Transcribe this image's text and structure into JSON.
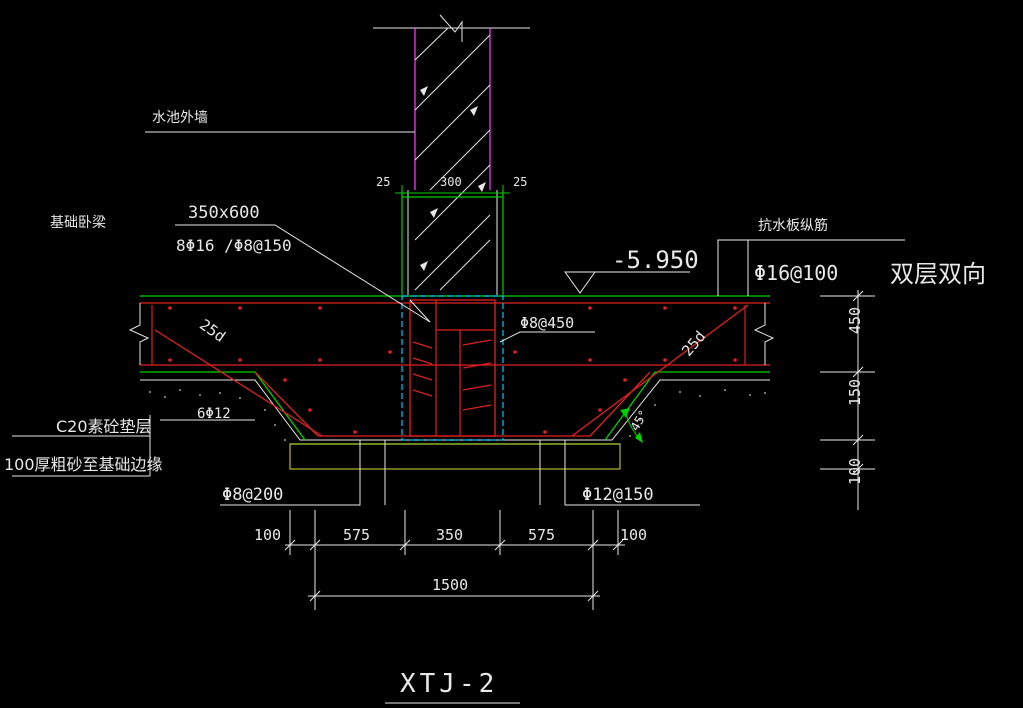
{
  "labels": {
    "wall": "水池外墙",
    "beam_name": "基础卧梁",
    "beam_size": "350x600",
    "beam_rebar": "8Φ16 /Φ8@150",
    "board_rebar": "抗水板纵筋",
    "board_spec": "Φ16@100",
    "double_layer": "双层双向",
    "elevation": "-5.950",
    "stirrup": "Φ8@450",
    "anchor_left": "25d",
    "anchor_right": "25d",
    "bottom_bars": "6Φ12",
    "cushion": "C20素砼垫层",
    "sand": "100厚粗砂至基础边缘",
    "bottom_left_rebar": "Φ8@200",
    "bottom_right_rebar": "Φ12@150",
    "angle": "45°",
    "title": "XTJ-2"
  },
  "dims": {
    "wall_left": "25",
    "wall_mid": "300",
    "wall_right": "25",
    "bottom": [
      "100",
      "575",
      "350",
      "575",
      "100"
    ],
    "total": "1500",
    "vertical": [
      "450",
      "150",
      "100"
    ]
  },
  "colors": {
    "green": "#00d000",
    "red": "#e02020",
    "magenta": "#ff40ff",
    "cyan": "#00c8ff",
    "yellow": "#d8d840",
    "white": "#e8e8e8"
  }
}
